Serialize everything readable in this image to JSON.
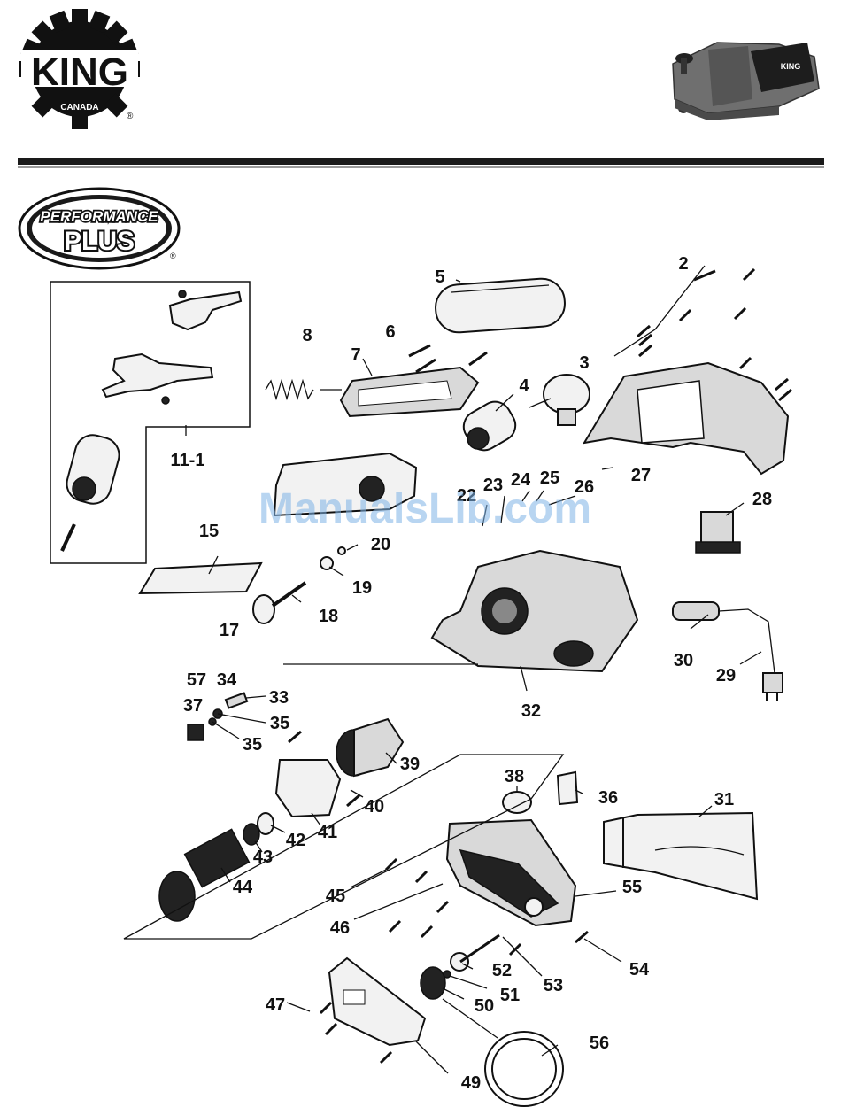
{
  "header": {
    "brand_logo_text": "KING",
    "brand_logo_subtext": "CANADA",
    "registered_mark": "®",
    "product_photo_logo": "KING"
  },
  "sub_logo": {
    "line1": "PERFORMANCE",
    "line2": "PLUS",
    "registered_mark": "®"
  },
  "watermark": "ManualsLib.com",
  "callouts": [
    "2",
    "3",
    "4",
    "5",
    "6",
    "7",
    "8",
    "11-1",
    "15",
    "17",
    "18",
    "19",
    "20",
    "22",
    "23",
    "24",
    "25",
    "26",
    "27",
    "28",
    "29",
    "30",
    "31",
    "32",
    "33",
    "34",
    "35",
    "35",
    "36",
    "37",
    "38",
    "39",
    "40",
    "41",
    "42",
    "43",
    "44",
    "45",
    "46",
    "47",
    "49",
    "50",
    "51",
    "52",
    "53",
    "54",
    "55",
    "56",
    "57"
  ],
  "colors": {
    "ink": "#111111",
    "rule_dark": "#1a1a1a",
    "rule_light": "#9a9a9a",
    "watermark": "#7fb3e6"
  }
}
